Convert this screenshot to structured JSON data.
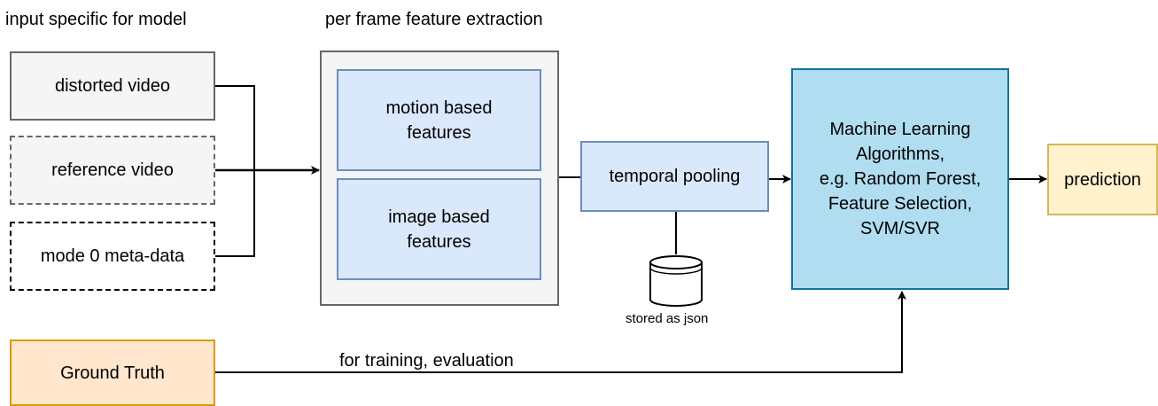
{
  "headers": {
    "input": "input specific for model",
    "extraction": "per frame feature extraction"
  },
  "inputs": {
    "distorted": "distorted video",
    "reference": "reference video",
    "meta": "mode 0 meta-data"
  },
  "features": {
    "motion": "motion based\nfeatures",
    "image": "image based\nfeatures"
  },
  "pooling": "temporal pooling",
  "storage": "stored as json",
  "ml": "Machine Learning\nAlgorithms,\ne.g. Random Forest,\nFeature Selection,\nSVM/SVR",
  "prediction": "prediction",
  "ground_truth": "Ground Truth",
  "training_label": "for training, evaluation"
}
